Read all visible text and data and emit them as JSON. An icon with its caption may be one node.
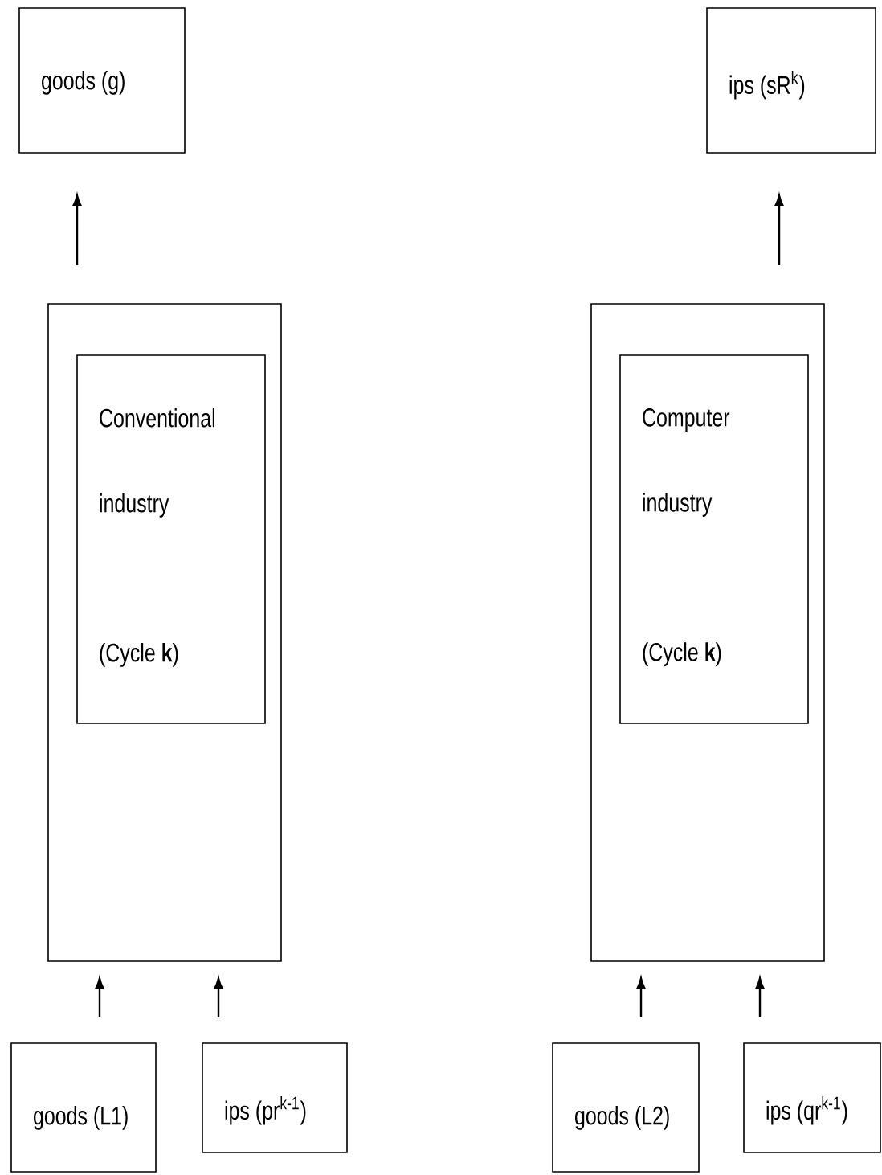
{
  "diagram": {
    "nodes": [
      {
        "text": [
          "goods (g)"
        ]
      },
      {
        "text": [
          "ips (sR$^{k}$)"
        ]
      },
      {
        "text": [],
        "shape": "box"
      },
      {
        "text": [
          "Conventional industry",
          "(Cycle **k**)"
        ],
        "in": 2
      },
      {
        "text": [],
        "shape": "box"
      },
      {
        "text": [
          "Computer industry",
          "(Cycle **k**)"
        ],
        "in": 4
      },
      {
        "text": [
          "goods (L1)"
        ]
      },
      {
        "text": [
          "ips (pr$^{k-1}$)"
        ]
      },
      {
        "text": [
          "goods (L2)"
        ]
      },
      {
        "text": [
          "ips (qr$^{k-1}$)"
        ]
      }
    ],
    "edges": [
      {
        "from": 2,
        "to": 0,
        "arrow": "to"
      },
      {
        "from": 4,
        "to": 1,
        "arrow": "to"
      },
      {
        "from": 6,
        "to": 2,
        "arrow": "to"
      },
      {
        "from": 7,
        "to": 2,
        "arrow": "to"
      },
      {
        "from": 8,
        "to": 4,
        "arrow": "to"
      },
      {
        "from": 9,
        "to": 4,
        "arrow": "to"
      }
    ]
  }
}
